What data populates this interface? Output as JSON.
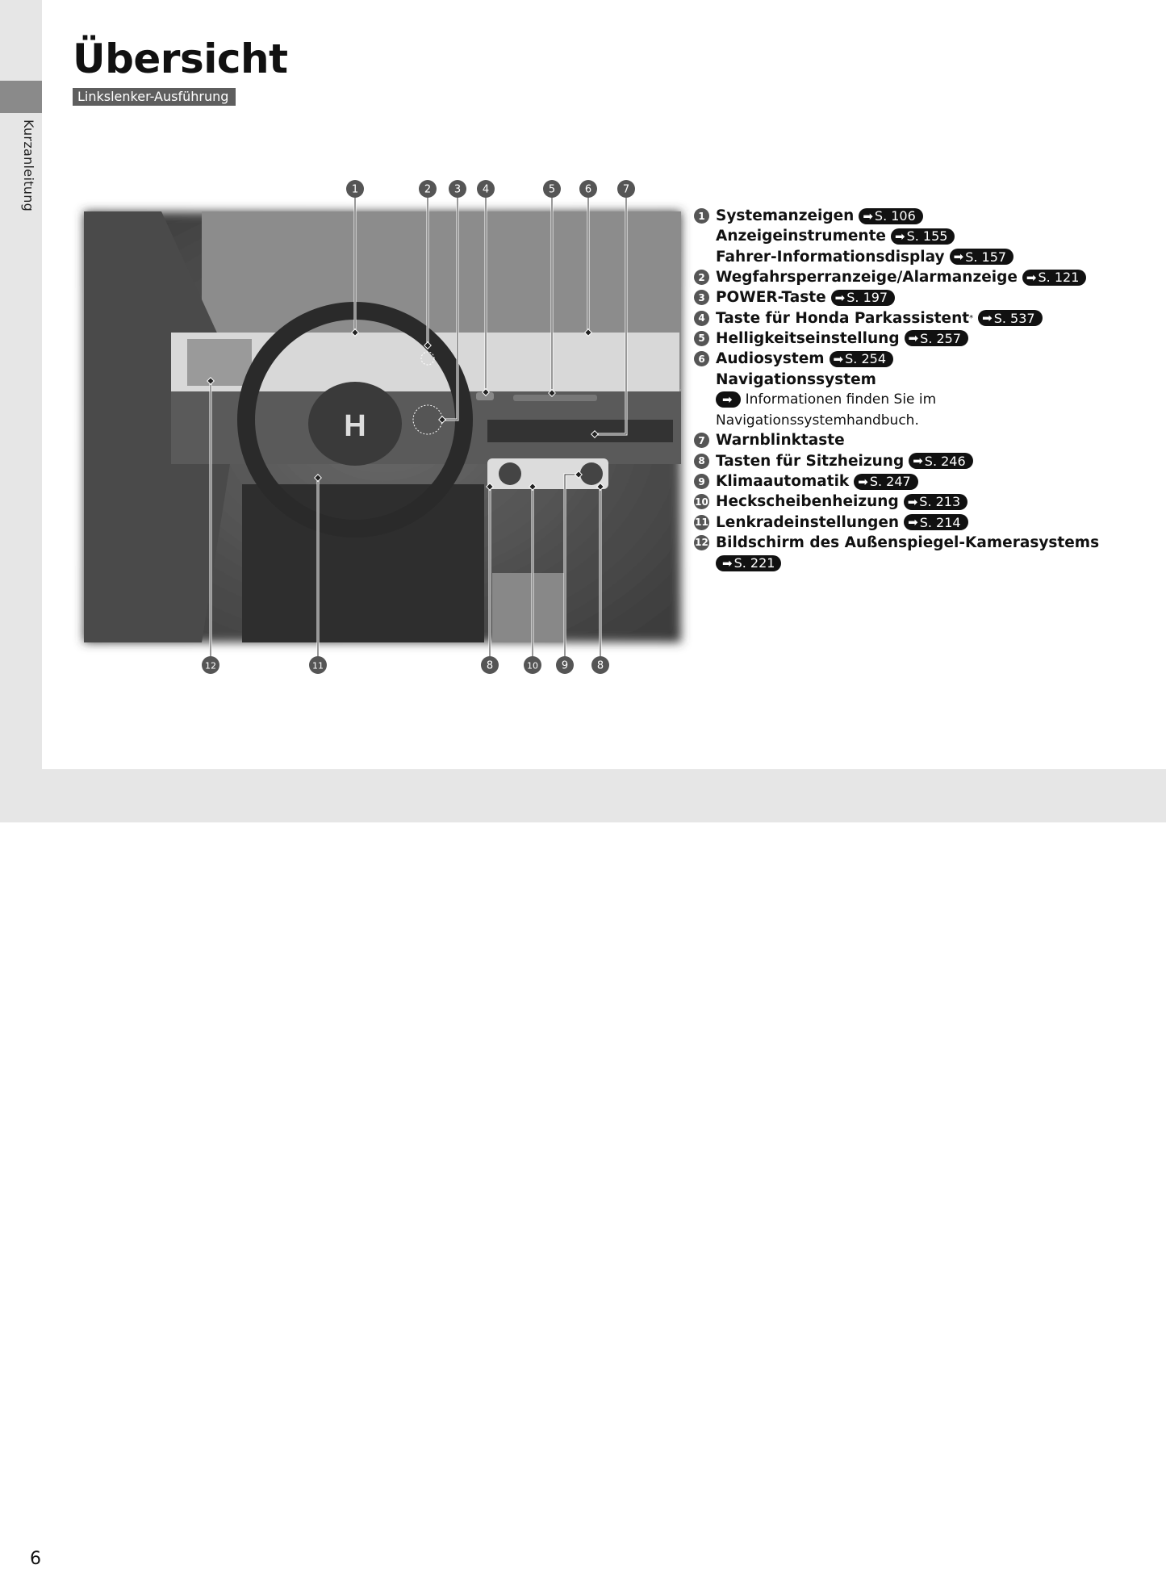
{
  "sidebar": {
    "section_label": "Kurzanleitung"
  },
  "header": {
    "title": "Übersicht",
    "subtitle": "Linkslenker-Ausführung"
  },
  "footer": {
    "page_number": "6"
  },
  "colors": {
    "badge": "#555555",
    "ref_pill": "#111111",
    "panel": "#e6e6e6",
    "tab": "#8a8a8a"
  },
  "figure": {
    "callouts_top": [
      "1",
      "2",
      "3",
      "4",
      "5",
      "6",
      "7"
    ],
    "callouts_bottom": [
      "12",
      "11",
      "8",
      "10",
      "9",
      "8"
    ]
  },
  "items": [
    {
      "num": "1",
      "lines": [
        {
          "text": "Systemanzeigen",
          "ref": "S. 106"
        },
        {
          "text": "Anzeigeinstrumente",
          "ref": "S. 155"
        },
        {
          "text": "Fahrer-Informationsdisplay",
          "ref": "S. 157"
        }
      ]
    },
    {
      "num": "2",
      "lines": [
        {
          "text": "Wegfahrsperranzeige/Alarmanzeige",
          "ref": "S. 121"
        }
      ]
    },
    {
      "num": "3",
      "lines": [
        {
          "text": "POWER-Taste",
          "ref": "S. 197"
        }
      ]
    },
    {
      "num": "4",
      "lines": [
        {
          "text": "Taste für Honda Parkassistent",
          "sup": "*",
          "ref": "S. 537"
        }
      ]
    },
    {
      "num": "5",
      "lines": [
        {
          "text": "Helligkeitseinstellung",
          "ref": "S. 257"
        }
      ]
    },
    {
      "num": "6",
      "lines": [
        {
          "text": "Audiosystem",
          "ref": "S. 254"
        },
        {
          "text": "Navigationssystem"
        },
        {
          "text": "Informationen finden Sie im",
          "plain": true,
          "leadref": true
        },
        {
          "text": "Navigationssystemhandbuch.",
          "plain": true
        }
      ]
    },
    {
      "num": "7",
      "lines": [
        {
          "text": "Warnblinktaste"
        }
      ]
    },
    {
      "num": "8",
      "lines": [
        {
          "text": "Tasten für Sitzheizung",
          "ref": "S. 246"
        }
      ]
    },
    {
      "num": "9",
      "lines": [
        {
          "text": "Klimaautomatik",
          "ref": "S. 247"
        }
      ]
    },
    {
      "num": "10",
      "lines": [
        {
          "text": "Heckscheibenheizung",
          "ref": "S. 213"
        }
      ]
    },
    {
      "num": "11",
      "lines": [
        {
          "text": "Lenkradeinstellungen",
          "ref": "S. 214"
        }
      ]
    },
    {
      "num": "12",
      "lines": [
        {
          "text": "Bildschirm des Außenspiegel-Kamerasystems"
        },
        {
          "ref": "S. 221",
          "refonly": true
        }
      ]
    }
  ]
}
